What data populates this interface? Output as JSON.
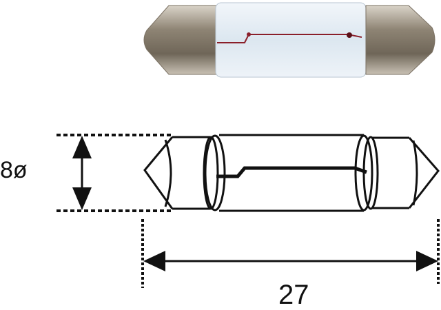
{
  "figure": {
    "subject": "festoon-bulb",
    "photo": {
      "base_color": "#9a8f80",
      "glass_color": "#dfe9f1",
      "filament_color": "#8a1f2a"
    },
    "drawing": {
      "line_color": "#111111"
    },
    "dimensions": {
      "diameter_label": "8ø",
      "length_label": "27"
    }
  }
}
